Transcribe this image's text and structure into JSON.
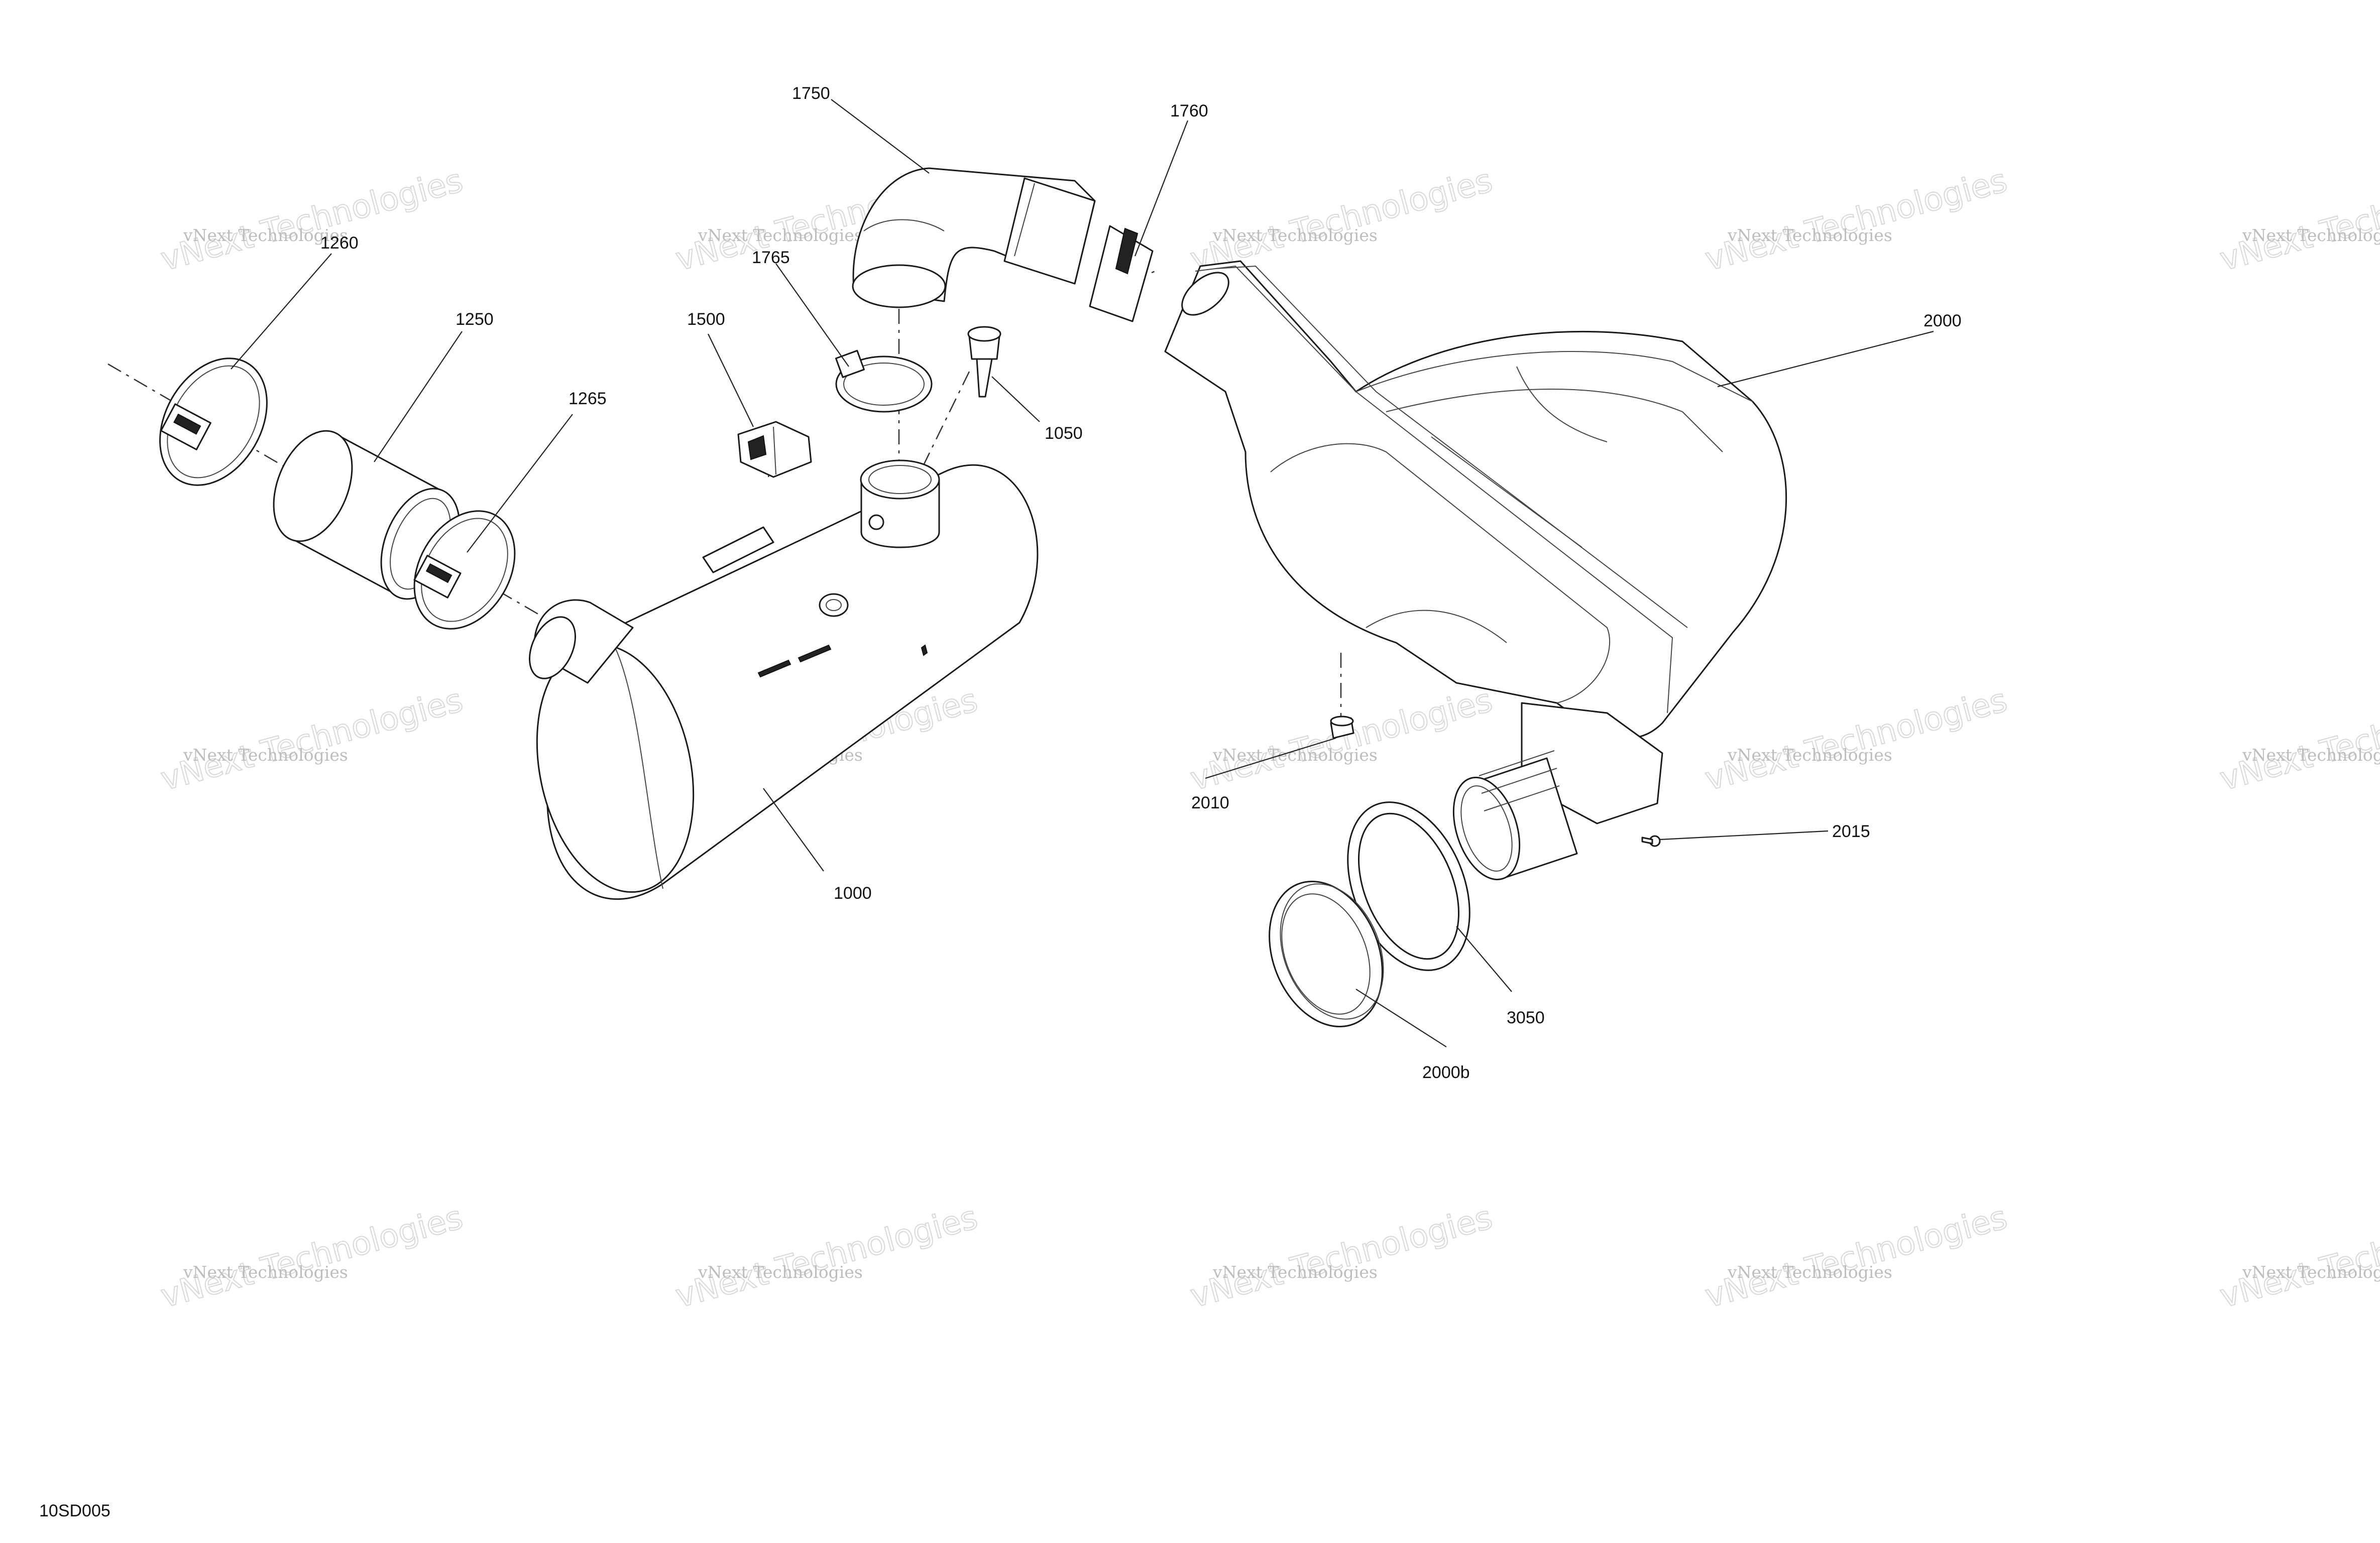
{
  "figure_code": "10SD005",
  "watermark": {
    "line1": "vNext Technologies",
    "line2": "vNext Technologies"
  },
  "callouts": [
    {
      "id": "1760",
      "text": "1760"
    },
    {
      "id": "1750",
      "text": "1750"
    },
    {
      "id": "1260",
      "text": "1260"
    },
    {
      "id": "1765",
      "text": "1765"
    },
    {
      "id": "1250",
      "text": "1250"
    },
    {
      "id": "1500",
      "text": "1500"
    },
    {
      "id": "1265",
      "text": "1265"
    },
    {
      "id": "1050",
      "text": "1050"
    },
    {
      "id": "2000",
      "text": "2000"
    },
    {
      "id": "1000",
      "text": "1000"
    },
    {
      "id": "2010",
      "text": "2010"
    },
    {
      "id": "2015",
      "text": "2015"
    },
    {
      "id": "3050",
      "text": "3050"
    },
    {
      "id": "2000b",
      "text": "2000b"
    }
  ]
}
